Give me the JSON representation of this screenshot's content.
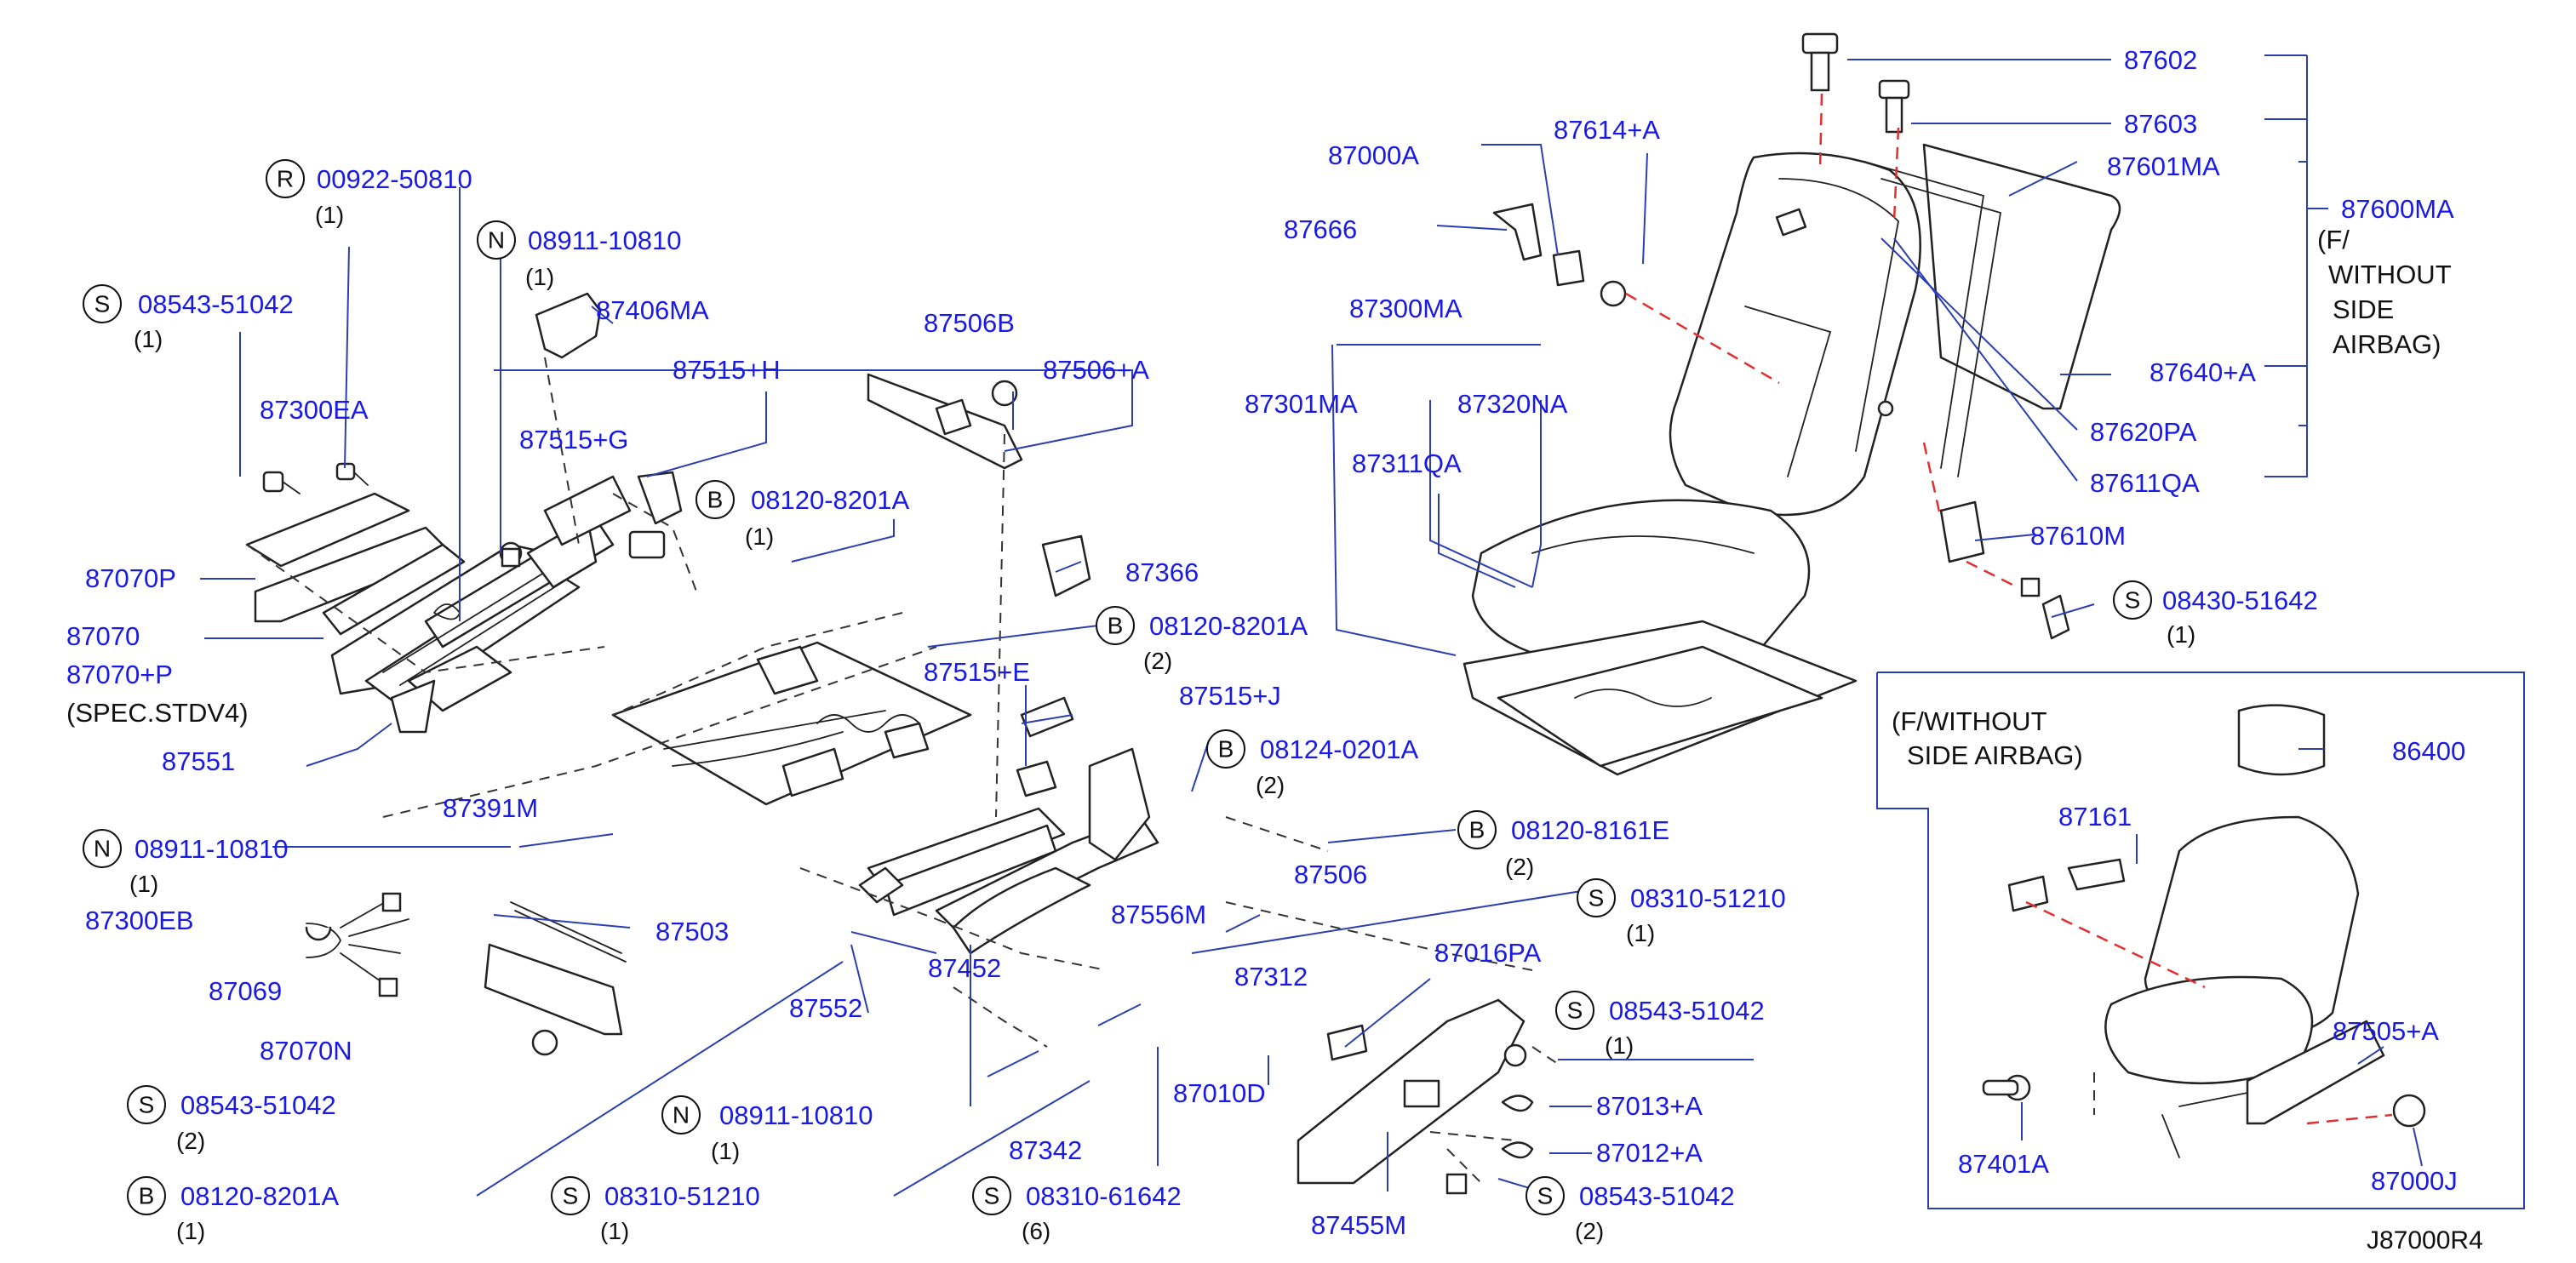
{
  "diagram_id": "J87000R4",
  "labels": {
    "p00922": "00922-50810",
    "q00922": "(1)",
    "p08911a": "08911-10810",
    "q08911a": "(1)",
    "p08543a": "08543-51042",
    "q08543a": "(1)",
    "p87406MA": "87406MA",
    "p87515H": "87515+H",
    "p87300EA": "87300EA",
    "p87515G": "87515+G",
    "p08120a": "08120-8201A",
    "q08120a": "(1)",
    "p87070P": "87070P",
    "p87070": "87070",
    "p87070Pplus": "87070+P",
    "n87070": "(SPEC.STDV4)",
    "p87551": "87551",
    "p87506B": "87506B",
    "p87506A": "87506+A",
    "p87366": "87366",
    "p08120b": "08120-8201A",
    "q08120b": "(2)",
    "p87515E": "87515+E",
    "p87515J": "87515+J",
    "p08124": "08124-0201A",
    "q08124": "(2)",
    "p87391M": "87391M",
    "p08911b": "08911-10810",
    "q08911b": "(1)",
    "p87300EB": "87300EB",
    "p87503": "87503",
    "p87069": "87069",
    "p87552": "87552",
    "p87070N": "87070N",
    "p08543b": "08543-51042",
    "q08543b": "(2)",
    "p08911c": "08911-10810",
    "q08911c": "(1)",
    "p08120c": "08120-8201A",
    "q08120c": "(1)",
    "p08310a": "08310-51210",
    "q08310a": "(1)",
    "p87342": "87342",
    "p08310c": "08310-61642",
    "q08310c": "(6)",
    "p87452": "87452",
    "p87556M": "87556M",
    "p87312": "87312",
    "p08120d": "08120-8161E",
    "q08120d": "(2)",
    "p87506": "87506",
    "p08310b": "08310-51210",
    "q08310b": "(1)",
    "p87016PA": "87016PA",
    "p87010D": "87010D",
    "p08543c": "08543-51042",
    "q08543c": "(1)",
    "p87013A": "87013+A",
    "p87012A": "87012+A",
    "p08543d": "08543-51042",
    "q08543d": "(2)",
    "p87455M": "87455M",
    "p87602": "87602",
    "p87603": "87603",
    "p87000A": "87000A",
    "p87614A": "87614+A",
    "p87601MA": "87601MA",
    "p87600MA": "87600MA",
    "n87600a": "(F/",
    "n87600b": "WITHOUT",
    "n87600c": "SIDE",
    "n87600d": "AIRBAG)",
    "p87666": "87666",
    "p87300MA": "87300MA",
    "p87301MA": "87301MA",
    "p87320NA": "87320NA",
    "p87640A": "87640+A",
    "p87620PA": "87620PA",
    "p87311QA": "87311QA",
    "p87611QA": "87611QA",
    "p87610M": "87610M",
    "p08430": "08430-51642",
    "q08430": "(1)",
    "inset_note1": "(F/WITHOUT",
    "inset_note2": "SIDE   AIRBAG)",
    "p86400": "86400",
    "p87161": "87161",
    "p87505A": "87505+A",
    "p87401A": "87401A",
    "p87000J": "87000J"
  },
  "badges": {
    "R": "R",
    "N": "N",
    "S": "S",
    "B": "B"
  },
  "colors": {
    "part_number": "#1a1ae6",
    "leader": "#2b3fb0",
    "red_dash": "#e03030",
    "ink": "#111111"
  }
}
